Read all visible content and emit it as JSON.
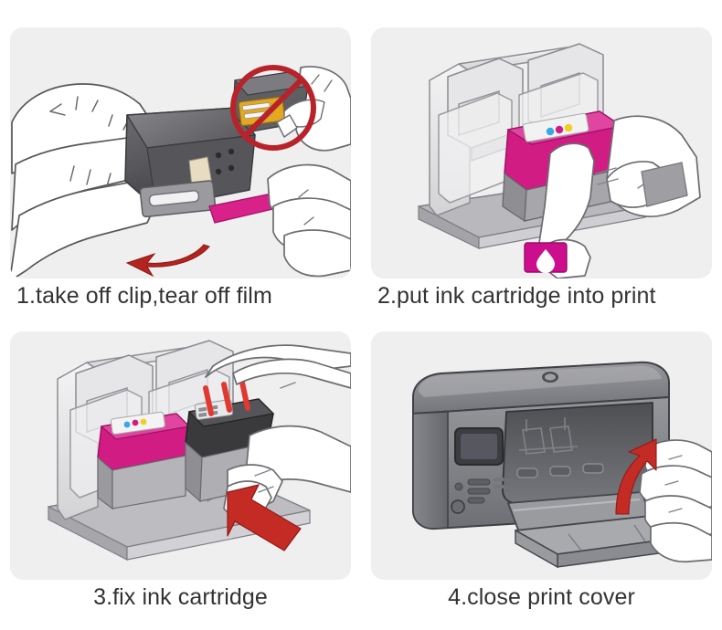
{
  "page": {
    "background_color": "#ffffff",
    "panel_background_color": "#efeff0",
    "text_color": "#333333",
    "accent_magenta": "#d11c84",
    "accent_red": "#be2a22",
    "ink_gray_dark": "#4a4a4c",
    "ink_gray_mid": "#9b9b9e",
    "ink_gray_light": "#d9d9dc"
  },
  "steps": [
    {
      "number": "1",
      "caption": "1.take off clip,tear off film",
      "align": "left",
      "illustration": "hands-removing-clip-and-film-from-cartridge",
      "elements": {
        "prohibition_inset_label": "do-not-touch-nozzles",
        "film_tab_color": "#d9218a",
        "arrow_color": "#b3241f"
      }
    },
    {
      "number": "2",
      "caption": "2.put ink cartridge into print",
      "align": "left",
      "illustration": "hand-inserting-tricolor-cartridge-into-carriage",
      "elements": {
        "badge_label": "magenta-ink-drop-badge",
        "badge_color": "#cc0e8c",
        "cartridge_color": "#d11c84"
      }
    },
    {
      "number": "3",
      "caption": "3.fix ink cartridge",
      "align": "center",
      "illustration": "pushing-cartridges-into-carriage-slots",
      "elements": {
        "tricolor_cartridge_color": "#d11c84",
        "black_cartridge_color": "#3a3a3c",
        "arrow_color": "#c42b25",
        "guide_marks_color": "#e03a30"
      }
    },
    {
      "number": "4",
      "caption": "4.close print cover",
      "align": "center",
      "illustration": "hand-closing-printer-access-door",
      "elements": {
        "printer_body_color": "#8f9093",
        "arrow_color": "#c42b25"
      }
    }
  ]
}
